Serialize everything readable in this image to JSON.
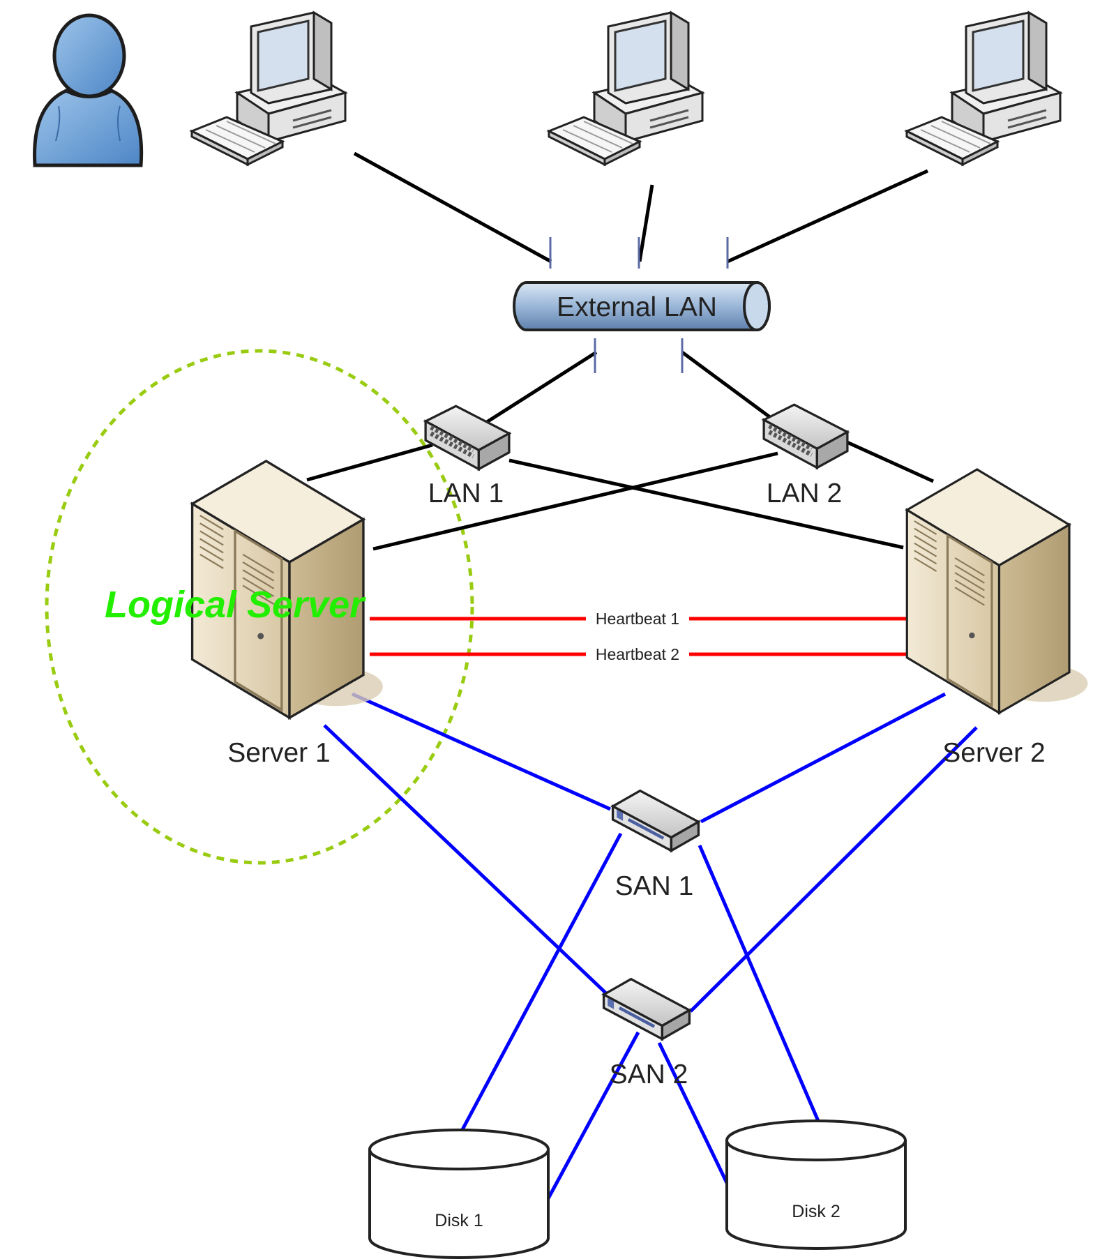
{
  "labels": {
    "external_lan": "External LAN",
    "lan1": "LAN 1",
    "lan2": "LAN 2",
    "server1": "Server 1",
    "server2": "Server 2",
    "heartbeat1": "Heartbeat 1",
    "heartbeat2": "Heartbeat 2",
    "san1": "SAN 1",
    "san2": "SAN 2",
    "disk1": "Disk 1",
    "disk2": "Disk 2",
    "logical_server": "Logical Server"
  },
  "colors": {
    "lan_link": "#000000",
    "heartbeat_link": "#ff0000",
    "san_link": "#0000ff",
    "logical_server": "#22ee00",
    "logical_boundary": "#99cc11",
    "server_body": "#e6d9bd",
    "lan_pipe": "#9bb7d8"
  },
  "icons": [
    "user-icon",
    "workstation-icon",
    "network-switch-icon",
    "tower-server-icon",
    "san-switch-icon",
    "disk-cylinder-icon",
    "network-bus-icon"
  ]
}
